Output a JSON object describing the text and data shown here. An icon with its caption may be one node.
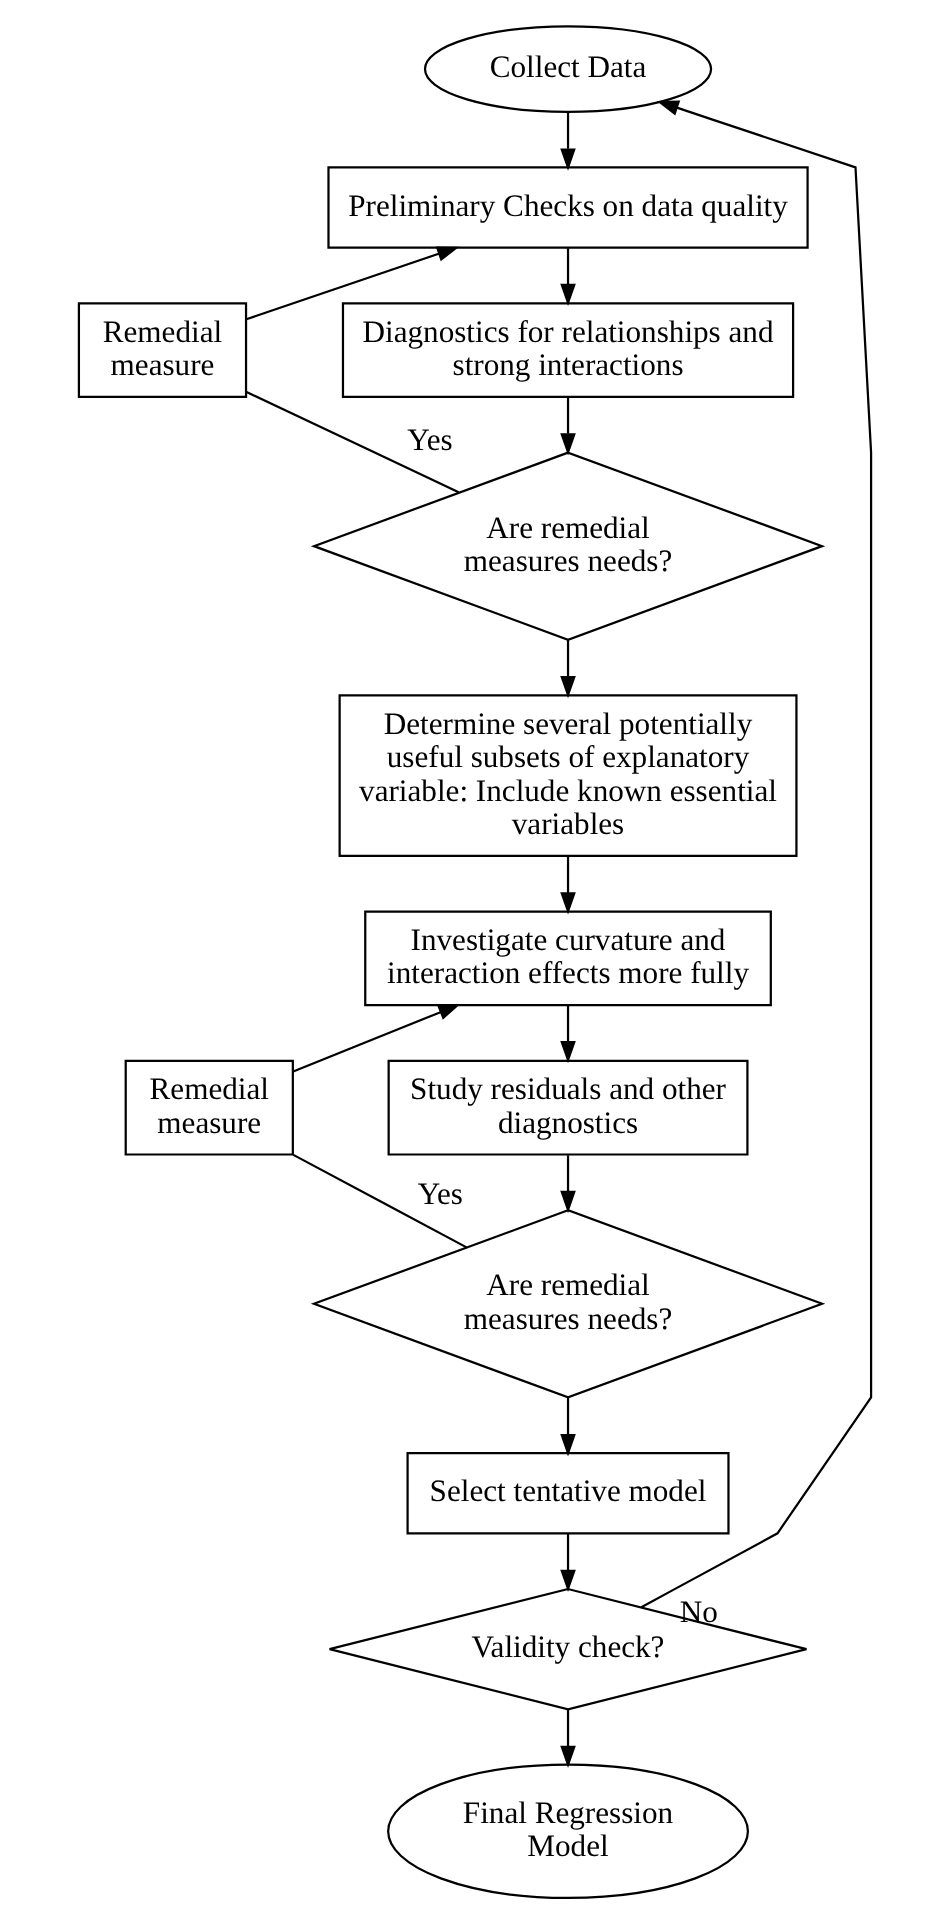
{
  "diagram": {
    "nodes": [
      {
        "text": [
          "Collect Data"
        ]
      },
      {
        "text": [
          "Preliminary Checks on data quality"
        ]
      },
      {
        "text": [
          "Remedial measure"
        ]
      },
      {
        "text": [
          "Diagnostics for relationships and strong interactions"
        ]
      },
      {
        "text": [
          "Are remedial measures needs?"
        ]
      },
      {
        "text": [
          "Determine several potentially useful subsets of explanatory variable: Include known essential variables"
        ]
      },
      {
        "text": [
          "Investigate curvature and interaction effects more fully"
        ]
      },
      {
        "text": [
          "Study residuals and other diagnostics"
        ]
      },
      {
        "text": [
          "Remedial measure"
        ]
      },
      {
        "text": [
          "Are remedial measures needs?"
        ]
      },
      {
        "text": [
          "Select tentative model"
        ]
      },
      {
        "text": [
          "Validity check?"
        ]
      },
      {
        "text": [
          "Final Regression Model"
        ]
      }
    ],
    "edges": [
      {
        "from": 0,
        "to": 1,
        "arrow": "to"
      },
      {
        "from": 1,
        "to": 3,
        "arrow": "to"
      },
      {
        "from": 3,
        "to": 4,
        "arrow": "to"
      },
      {
        "from": 4,
        "to": 2,
        "arrow": "none",
        "label": "Yes"
      },
      {
        "from": 2,
        "to": 1,
        "arrow": "to"
      },
      {
        "from": 4,
        "to": 5,
        "arrow": "to"
      },
      {
        "from": 5,
        "to": 6,
        "arrow": "to"
      },
      {
        "from": 6,
        "to": 7,
        "arrow": "to"
      },
      {
        "from": 7,
        "to": 9,
        "arrow": "to"
      },
      {
        "from": 9,
        "to": 8,
        "arrow": "none",
        "label": "Yes"
      },
      {
        "from": 8,
        "to": 6,
        "arrow": "to"
      },
      {
        "from": 9,
        "to": 10,
        "arrow": "to"
      },
      {
        "from": 10,
        "to": 11,
        "arrow": "to"
      },
      {
        "from": 11,
        "to": 0,
        "arrow": "to",
        "label": "No"
      },
      {
        "from": 11,
        "to": 12,
        "arrow": "to"
      }
    ]
  }
}
